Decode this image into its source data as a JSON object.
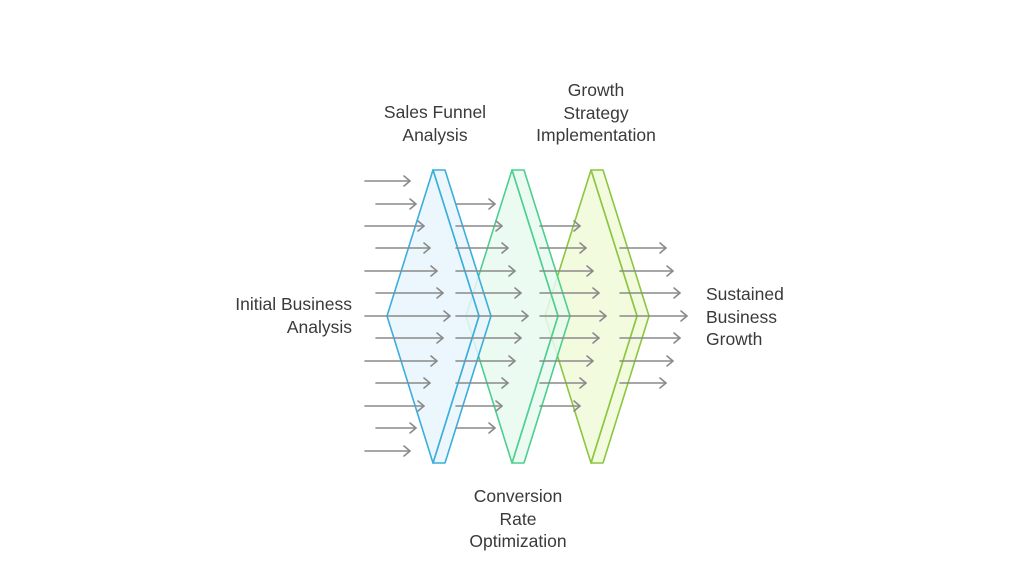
{
  "labels": {
    "input": [
      "Initial Business",
      "Analysis"
    ],
    "sales_funnel": [
      "Sales Funnel",
      "Analysis"
    ],
    "growth_strategy": [
      "Growth",
      "Strategy",
      "Implementation"
    ],
    "conversion": [
      "Conversion",
      "Rate",
      "Optimization"
    ],
    "output": [
      "Sustained",
      "Business",
      "Growth"
    ]
  },
  "colors": {
    "arrow": "#8a8a8a",
    "stage1_stroke": "#3aaedc",
    "stage1_fill": "#e9f6fd",
    "stage2_stroke": "#4ccf8f",
    "stage2_fill": "#e8faef",
    "stage3_stroke": "#8cc63f",
    "stage3_fill": "#f1fad9"
  }
}
